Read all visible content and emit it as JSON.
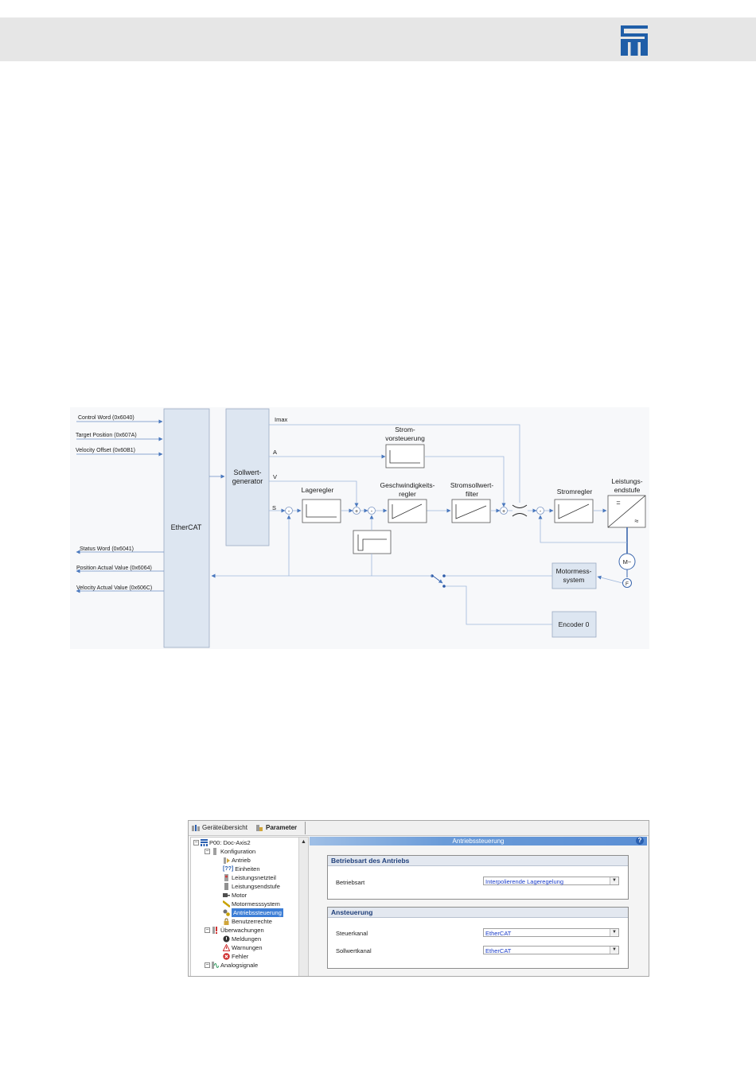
{
  "colors": {
    "header_bar": "#e6e6e6",
    "logo": "#1f5ea8",
    "block_fill": "#dde6f1",
    "line": "#6b8fc4",
    "dot": "#2c5aa8"
  },
  "diagram": {
    "inputs": [
      "Control Word (0x6040)",
      "Target Position (0x607A)",
      "Velocity Offset (0x60B1)"
    ],
    "outputs": [
      "Status Word (0x6041)",
      "Position Actual Value (0x6064)",
      "Velocity Actual Value (0x606C)"
    ],
    "ethercat": "EtherCAT",
    "sollwert": [
      "Sollwert-",
      "generator"
    ],
    "signals": {
      "imax": "Imax",
      "a": "A",
      "v": "V",
      "s": "S"
    },
    "strom_vorsteuerung": [
      "Strom-",
      "vorsteuerung"
    ],
    "lageregler": "Lageregler",
    "geschwindigkeitsregler": [
      "Geschwindigkeits-",
      "regler"
    ],
    "stromsollwertfilter": [
      "Stromsollwert-",
      "filter"
    ],
    "stromregler": "Stromregler",
    "leistungsendstufe": [
      "Leistungs-",
      "endstufe"
    ],
    "motormesssystem": [
      "Motormess-",
      "system"
    ],
    "encoder": "Encoder 0",
    "motor": "M~",
    "feedback": "F",
    "equal_sign": "=",
    "approx_sign": "≈",
    "plus": "+",
    "minus": "-"
  },
  "screenshot": {
    "tabs": [
      {
        "label": "Geräteübersicht",
        "icon": "device-overview-icon"
      },
      {
        "label": "Parameter",
        "icon": "parameter-icon"
      }
    ],
    "tree": [
      {
        "label": "P00: Doc-Axis2",
        "level": 0,
        "expander": "−",
        "icon": "device-icon"
      },
      {
        "label": "Konfiguration",
        "level": 1,
        "expander": "−",
        "icon": "config-icon"
      },
      {
        "label": "Antrieb",
        "level": 2,
        "icon": "drive-icon"
      },
      {
        "label": "Einheiten",
        "level": 2,
        "icon": "units-icon",
        "prefix": "[??]"
      },
      {
        "label": "Leistungsnetzteil",
        "level": 2,
        "icon": "power-supply-icon"
      },
      {
        "label": "Leistungsendstufe",
        "level": 2,
        "icon": "power-stage-icon"
      },
      {
        "label": "Motor",
        "level": 2,
        "icon": "motor-icon"
      },
      {
        "label": "Motormesssystem",
        "level": 2,
        "icon": "encoder-icon"
      },
      {
        "label": "Antriebssteuerung",
        "level": 2,
        "icon": "gear-icon",
        "selected": true
      },
      {
        "label": "Benutzerrechte",
        "level": 2,
        "icon": "lock-icon"
      },
      {
        "label": "Überwachungen",
        "level": 1,
        "expander": "−",
        "icon": "monitor-icon"
      },
      {
        "label": "Meldungen",
        "level": 2,
        "icon": "message-icon"
      },
      {
        "label": "Warnungen",
        "level": 2,
        "icon": "warning-icon"
      },
      {
        "label": "Fehler",
        "level": 2,
        "icon": "error-icon"
      },
      {
        "label": "Analogsignale",
        "level": 1,
        "expander": "−",
        "icon": "analog-icon"
      }
    ],
    "panel_title": "Antriebssteuerung",
    "help": "?",
    "group1": {
      "title": "Betriebsart des Antriebs",
      "field_label": "Betriebsart",
      "value": "Interpolierende Lageregelung"
    },
    "group2": {
      "title": "Ansteuerung",
      "fields": [
        {
          "label": "Steuerkanal",
          "value": "EtherCAT"
        },
        {
          "label": "Sollwertkanal",
          "value": "EtherCAT"
        }
      ]
    }
  }
}
